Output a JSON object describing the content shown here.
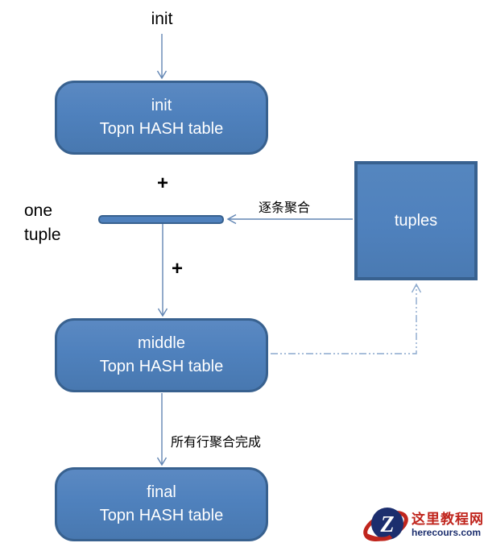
{
  "diagram": {
    "top_label": "init",
    "boxes": {
      "init": {
        "line1": "init",
        "line2": "Topn HASH table"
      },
      "middle": {
        "line1": "middle",
        "line2": "Topn HASH table"
      },
      "final": {
        "line1": "final",
        "line2": "Topn HASH table"
      },
      "tuples": {
        "label": "tuples"
      }
    },
    "labels": {
      "plus_top": "+",
      "plus_bottom": "+",
      "one_tuple_line1": "one",
      "one_tuple_line2": "tuple",
      "per_tuple_aggregation": "逐条聚合",
      "all_rows_aggregation_done": "所有行聚合完成"
    },
    "colors": {
      "box_fill": "#4f81bd",
      "box_border": "#38618f",
      "arrow": "#6286b4",
      "dash_line": "#8ca9cd",
      "box_text": "#ffffff",
      "label_text": "#000000"
    }
  },
  "watermark": {
    "logo_letter": "Z",
    "site_name": "这里教程网",
    "site_url": "herecours.com",
    "red": "#c0251d",
    "navy": "#1c2e6e"
  }
}
